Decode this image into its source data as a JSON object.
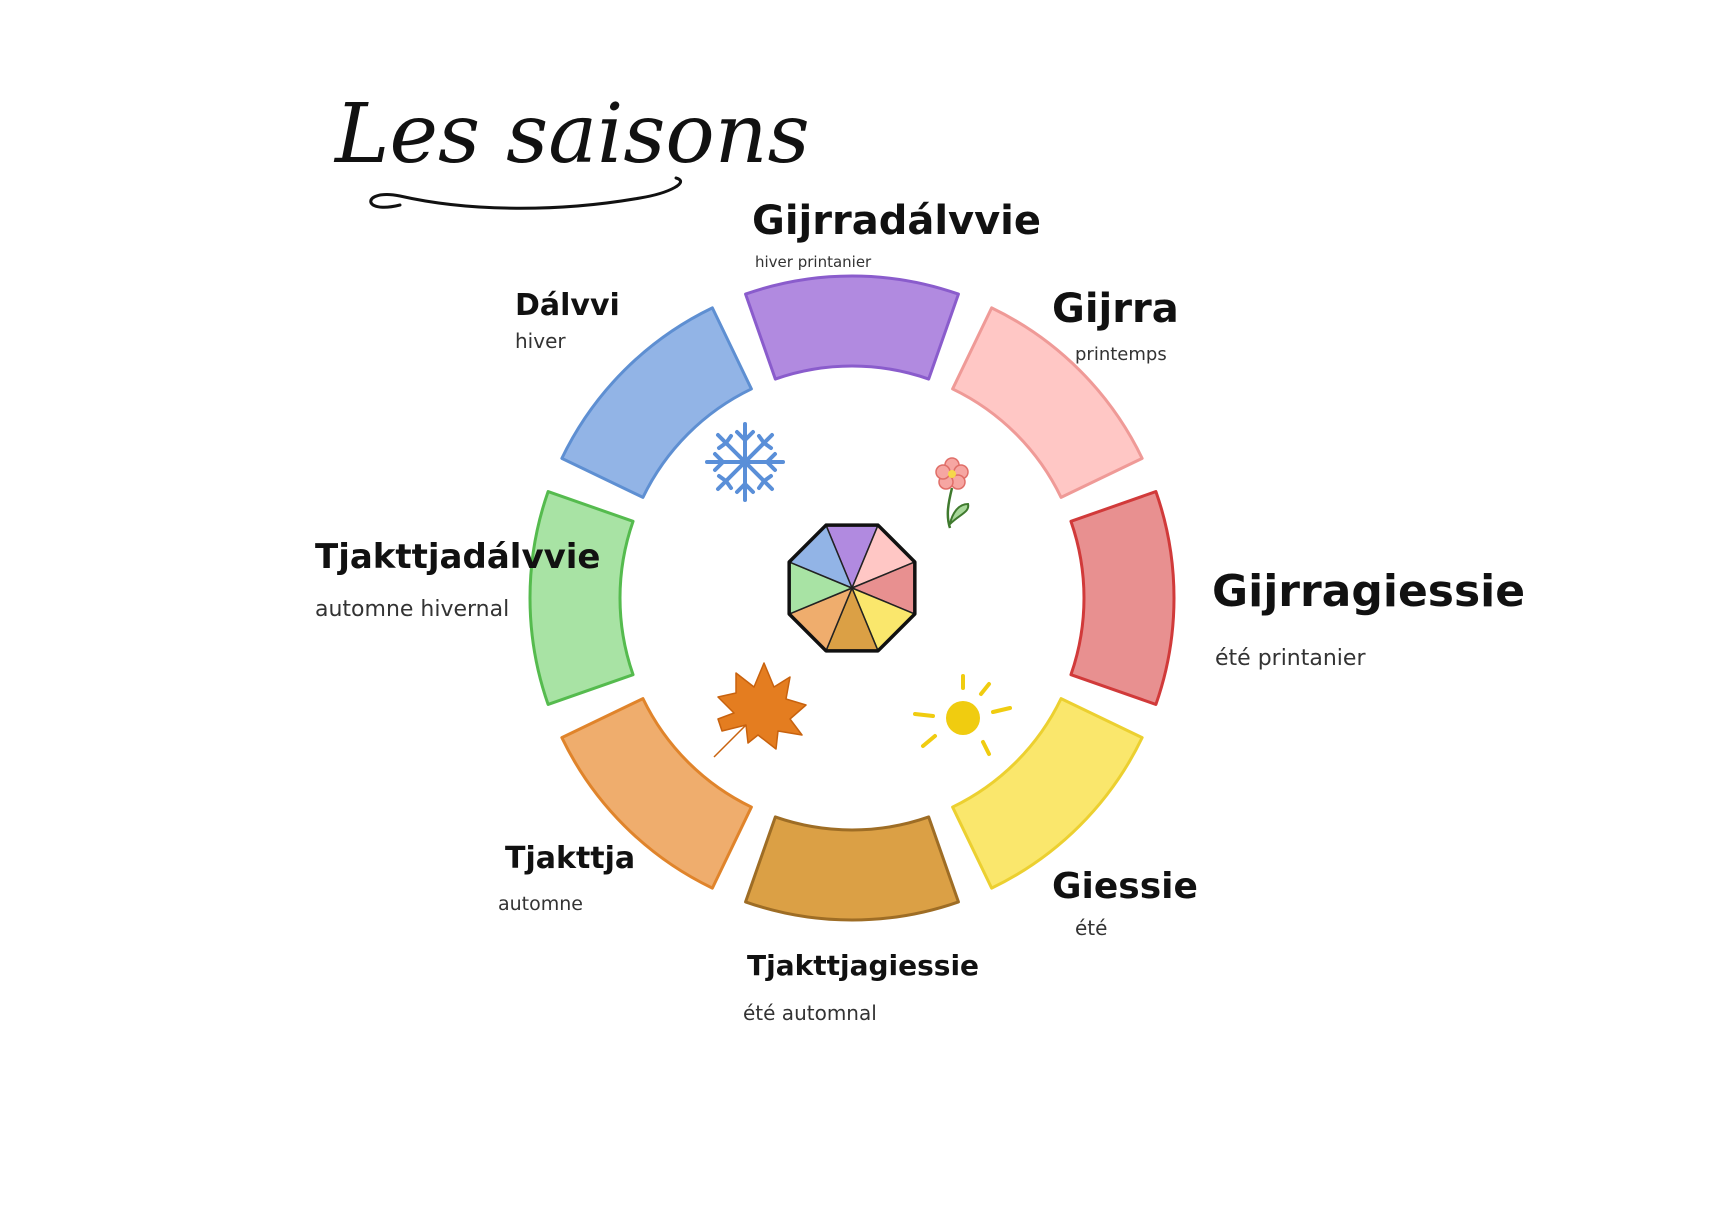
{
  "title": "Les saisons",
  "seasons": [
    {
      "name": "Gijrradálvvie",
      "subtitle": "hiver printanier",
      "fill": "#b18ae0",
      "stroke": "#8a5ccc"
    },
    {
      "name": "Gijrra",
      "subtitle": "printemps",
      "fill": "#ffc7c5",
      "stroke": "#ef9a97"
    },
    {
      "name": "Gijrragiessie",
      "subtitle": "été printanier",
      "fill": "#e89090",
      "stroke": "#d13a3a"
    },
    {
      "name": "Giessie",
      "subtitle": "été",
      "fill": "#fae76c",
      "stroke": "#ecd030"
    },
    {
      "name": "Tjakttjagiessie",
      "subtitle": "été automnal",
      "fill": "#dba045",
      "stroke": "#9e6d25"
    },
    {
      "name": "Tjakttja",
      "subtitle": "automne",
      "fill": "#efad6d",
      "stroke": "#e0842b"
    },
    {
      "name": "Tjakttjadálvvie",
      "subtitle": "automne hivernal",
      "fill": "#a8e3a4",
      "stroke": "#55bb4e"
    },
    {
      "name": "Dálvvi",
      "subtitle": "hiver",
      "fill": "#92b4e6",
      "stroke": "#5e8fd2"
    }
  ],
  "icons": [
    "snowflake-icon",
    "flower-icon",
    "sun-icon",
    "leaf-icon"
  ]
}
